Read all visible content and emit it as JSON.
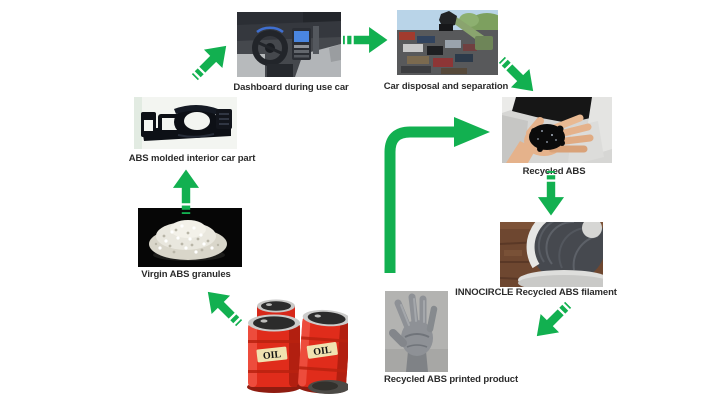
{
  "diagram": {
    "type": "cycle-flow-diagram",
    "background": "#ffffff",
    "colors": {
      "arrow_green": "#12b050",
      "label_text": "#2b2b2b",
      "barrel_red": "#d92a1a",
      "barrel_label_bg": "#f0e2b0"
    },
    "nodes": {
      "molded_part": {
        "label": "ABS molded interior car part",
        "photo": "abs-molded-part-photo"
      },
      "dashboard": {
        "label": "Dashboard during use car",
        "photo": "dashboard-photo"
      },
      "disposal": {
        "label": "Car disposal and separation",
        "photo": "car-disposal-photo"
      },
      "recycled_abs": {
        "label": "Recycled ABS",
        "photo": "recycled-abs-photo"
      },
      "filament": {
        "label": "INNOCIRCLE Recycled ABS filament",
        "photo": "abs-filament-spool-photo"
      },
      "printed_product": {
        "label": "Recycled ABS printed product",
        "photo": "printed-hand-photo"
      },
      "oil_barrels": {
        "barrel_text": "OIL",
        "photo": "oil-barrels-illustration"
      },
      "virgin_granules": {
        "label": "Virgin ABS granules",
        "photo": "virgin-abs-granules-photo"
      }
    },
    "connections": [
      {
        "from": "oil_barrels",
        "to": "virgin_granules",
        "style": "striped-arrow",
        "direction": "up-left"
      },
      {
        "from": "virgin_granules",
        "to": "molded_part",
        "style": "striped-arrow",
        "direction": "up"
      },
      {
        "from": "molded_part",
        "to": "dashboard",
        "style": "striped-arrow",
        "direction": "up-right"
      },
      {
        "from": "dashboard",
        "to": "disposal",
        "style": "striped-arrow",
        "direction": "right"
      },
      {
        "from": "disposal",
        "to": "recycled_abs",
        "style": "striped-arrow",
        "direction": "down-right"
      },
      {
        "from": "recycled_abs",
        "to": "filament",
        "style": "striped-arrow",
        "direction": "down"
      },
      {
        "from": "filament",
        "to": "printed_product",
        "style": "striped-arrow",
        "direction": "down-left"
      },
      {
        "from": "printed_product",
        "to": "recycled_abs",
        "style": "elbow-arrow",
        "direction": "up-then-right"
      }
    ]
  }
}
